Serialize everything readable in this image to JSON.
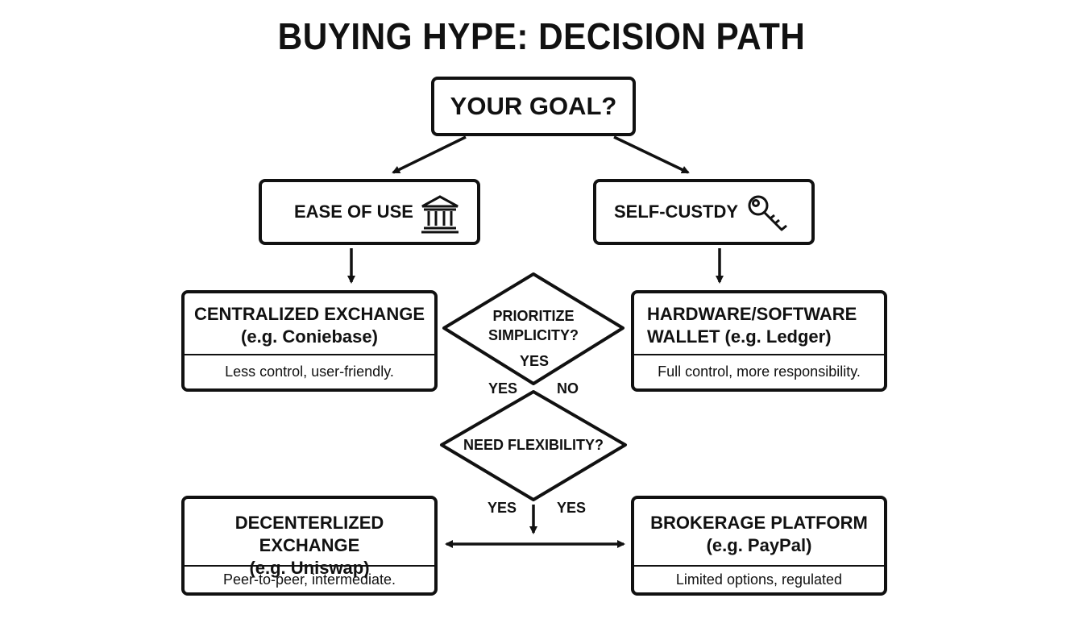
{
  "title": "BUYING HYPE: DECISION PATH",
  "goal": "YOUR GOAL?",
  "branches": {
    "ease": {
      "label": "EASE OF USE",
      "icon": "bank-icon"
    },
    "self": {
      "label": "SELF-CUSTDY",
      "icon": "key-icon"
    }
  },
  "cards": {
    "cex": {
      "line1": "CENTRALIZED EXCHANGE",
      "line2": "(e.g. Coniebase)",
      "note": "Less control, user-friendly."
    },
    "hw": {
      "line1": "HARDWARE/SOFTWARE",
      "line2": "WALLET (e.g. Ledger)",
      "note": "Full control, more responsibility."
    },
    "dex": {
      "line1": "DECENTERLIZED EXCHANGE",
      "line2": "(e.g. Uniswap)",
      "note": "Peer-to-peer, intermediate."
    },
    "brk": {
      "line1": "BROKERAGE PLATFORM",
      "line2": "(e.g. PayPal)",
      "note": "Limited options, regulated"
    }
  },
  "decisions": {
    "simplicity": {
      "line1": "PRIORITIZE",
      "line2": "SIMPLICITY?"
    },
    "flexibility": {
      "line1": "NEED FLEXIBILITY?"
    }
  },
  "edge_labels": {
    "simplicity_inside": "YES",
    "simplicity_left": "YES",
    "simplicity_right": "NO",
    "flex_left": "YES",
    "flex_right": "YES"
  }
}
